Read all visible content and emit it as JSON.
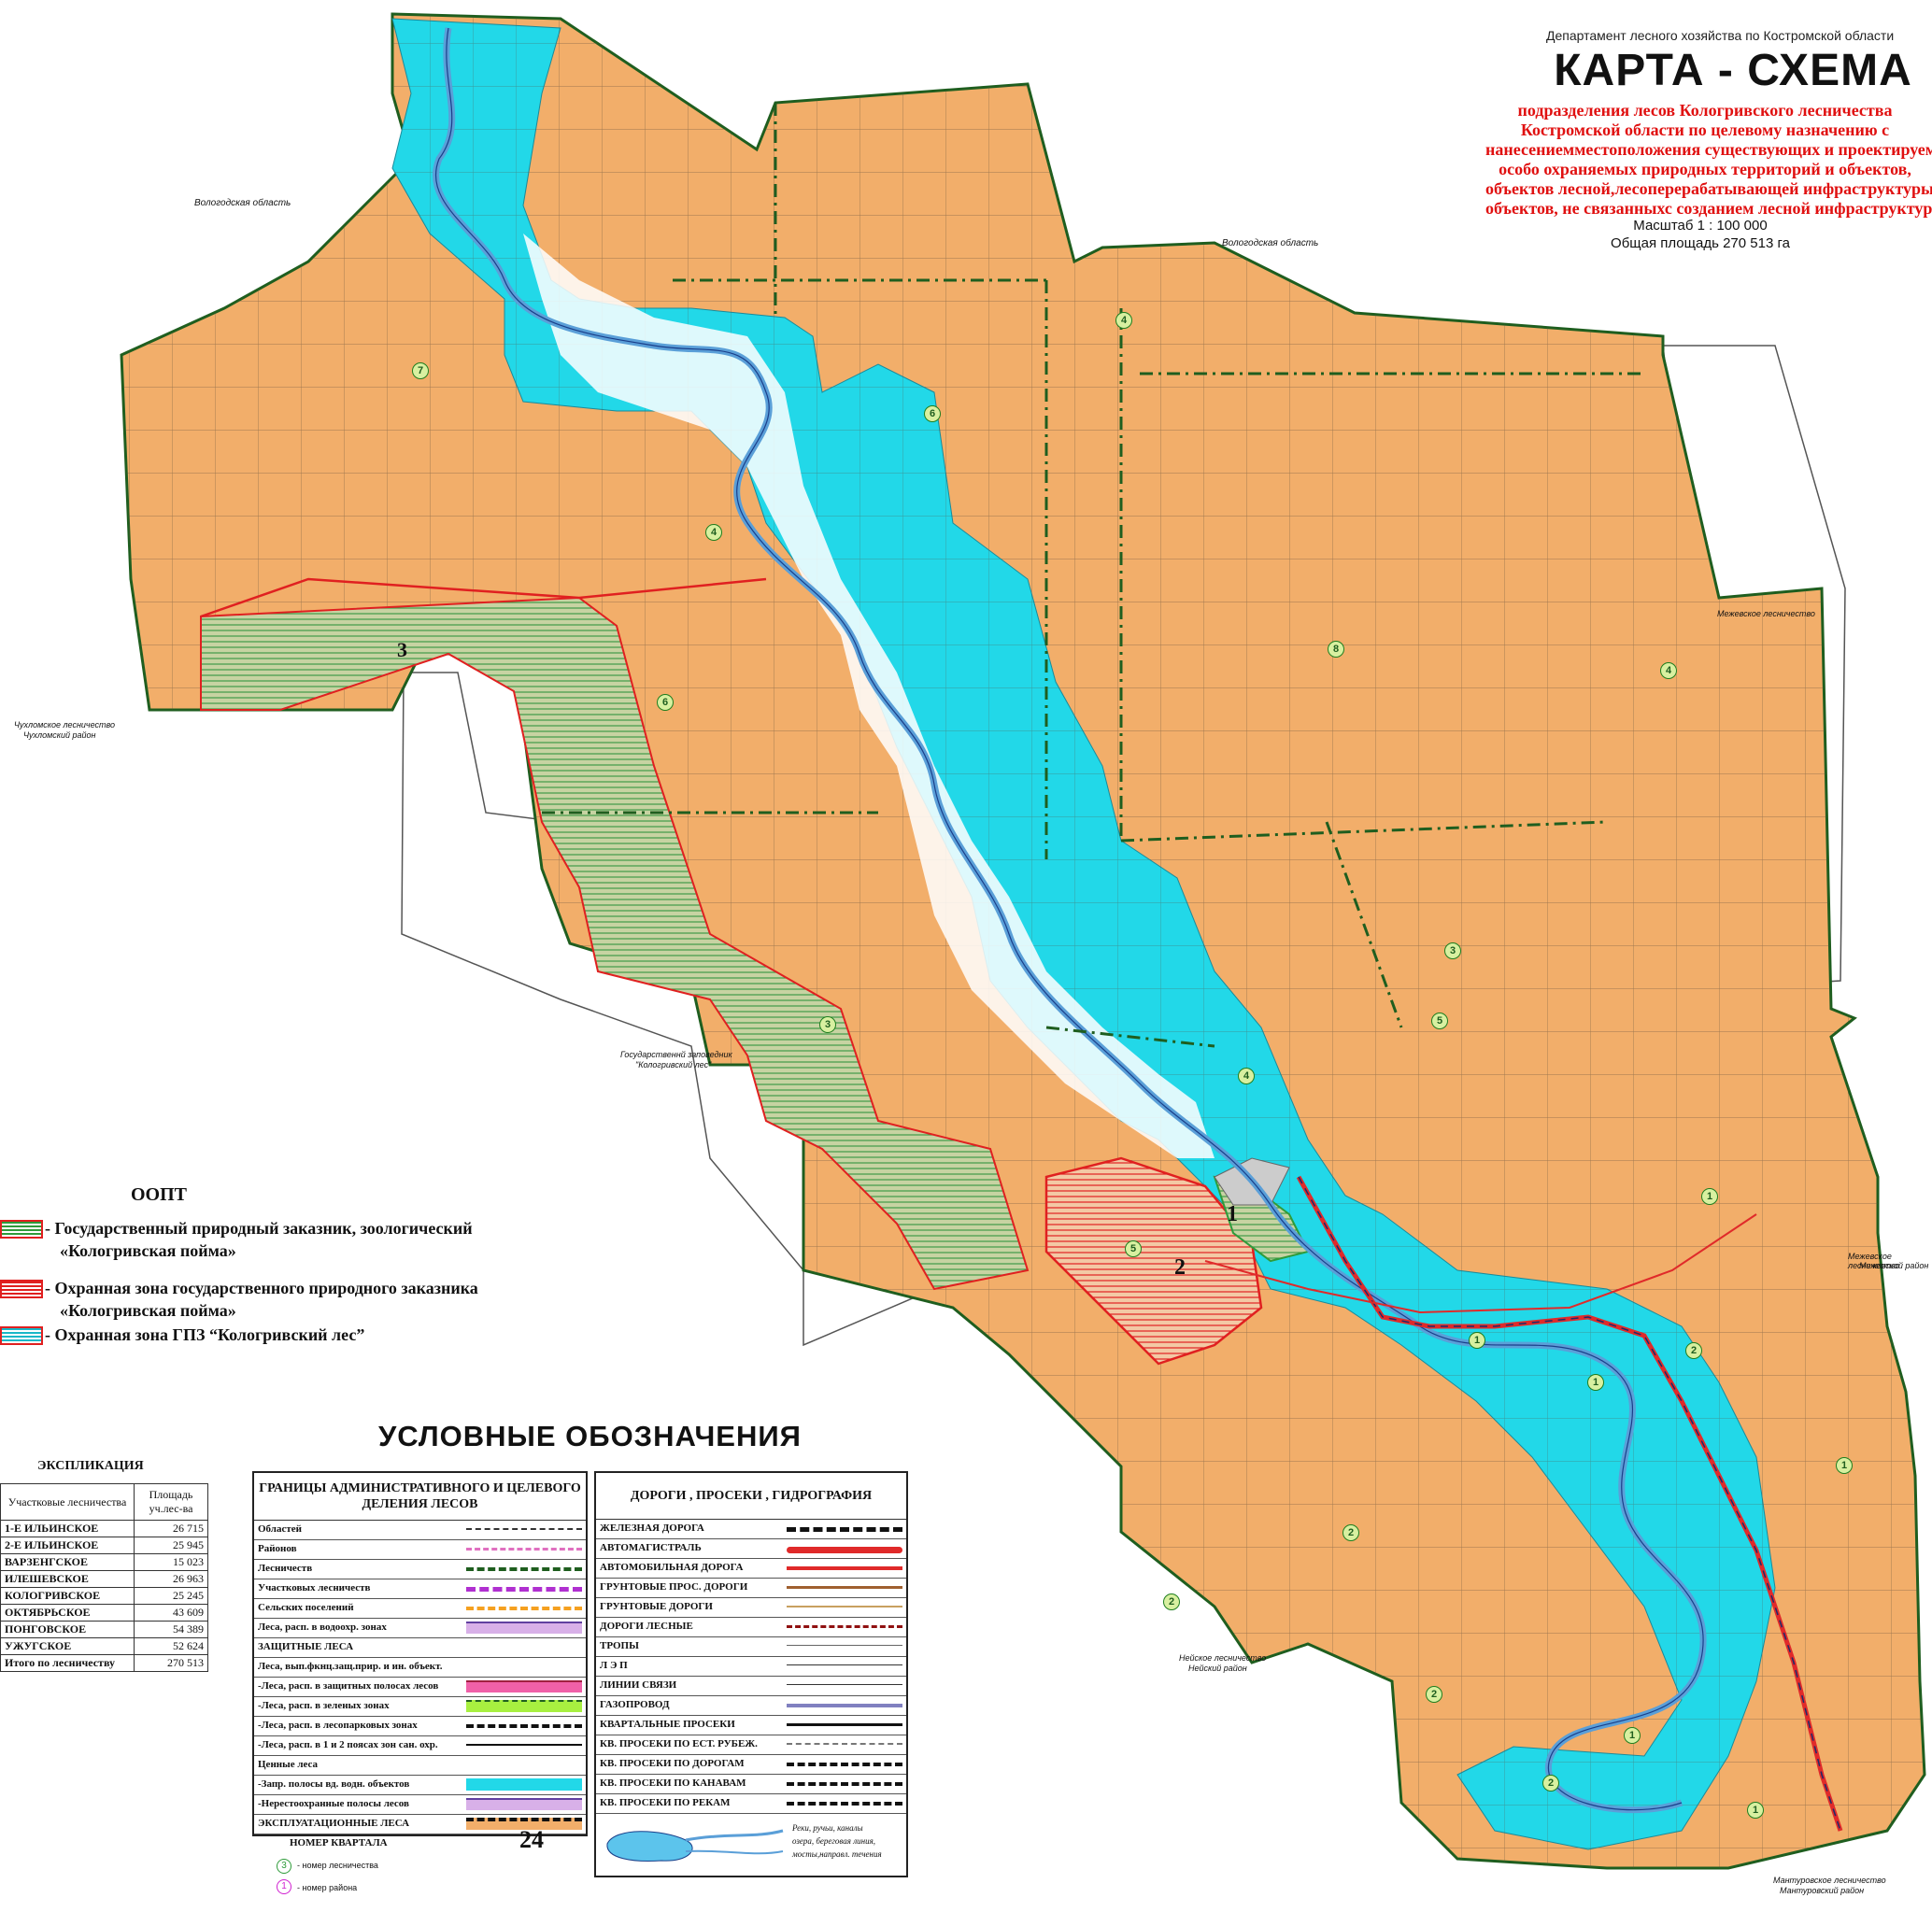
{
  "header": {
    "department": "Департамент лесного хозяйства по Костромской области",
    "title": "КАРТА - СХЕМА",
    "subtitle_lines": [
      "подразделения лесов Кологривского лесничества",
      "Костромской области по целевому назначению с",
      "нанесениемместоположения существующих и проектируем",
      "особо охраняемых природных территорий и объектов,",
      "объектов лесной,лесоперерабатывающей инфраструктуры",
      "объектов, не связанныхс созданием лесной инфраструктур"
    ],
    "scale": "Масштаб 1 : 100 000",
    "total_area": "Общая площадь 270 513 га"
  },
  "map_labels": {
    "vologda_1": "Вологодская область",
    "vologda_2": "Вологодская область",
    "chukhloma_1": "Чухломское лесничество",
    "chukhloma_2": "Чухломский район",
    "reserve_1": "Государственнй заповедник",
    "reserve_2": "\"Кологривский лес\"",
    "mezha_1": "Межевское лесничество",
    "mezha_2": "Межевское лесничество",
    "mezha_3": "Межевской район",
    "neya_1": "Нейское лесничество",
    "neya_2": "Нейский район",
    "manturovo_1": "Мантуровское лесничество",
    "manturovo_2": "Мантуровский район",
    "zone_1": "1",
    "zone_2": "2",
    "zone_3": "3"
  },
  "forestry_markers": [
    {
      "label": "7"
    },
    {
      "label": "6"
    },
    {
      "label": "4"
    },
    {
      "label": "4"
    },
    {
      "label": "6"
    },
    {
      "label": "8"
    },
    {
      "label": "4"
    },
    {
      "label": "3"
    },
    {
      "label": "3"
    },
    {
      "label": "5"
    },
    {
      "label": "4"
    },
    {
      "label": "5"
    },
    {
      "label": "1"
    },
    {
      "label": "1"
    },
    {
      "label": "2"
    },
    {
      "label": "1"
    },
    {
      "label": "2"
    },
    {
      "label": "1"
    },
    {
      "label": "2"
    },
    {
      "label": "2"
    },
    {
      "label": "1"
    },
    {
      "label": "1"
    },
    {
      "label": "2"
    }
  ],
  "oopt": {
    "title": "ООПТ",
    "items": [
      {
        "text1": "- Государственный природный заказник, зоологический",
        "text2": "«Кологривская пойма»",
        "color": "#2e9b3a"
      },
      {
        "text1": "- Охранная зона государственного природного заказника",
        "text2": "«Кологривская пойма»",
        "color": "#e02020"
      },
      {
        "text1": "-  Охранная зона ГПЗ “Кологривский лес”",
        "text2": "",
        "color": "#18b8c8"
      }
    ]
  },
  "legend_title": "УСЛОВНЫЕ   ОБОЗНАЧЕНИЯ",
  "explication": {
    "title": "ЭКСПЛИКАЦИЯ",
    "col_name": "Участковые лесничества",
    "col_area": "Площадь уч.лес-ва",
    "rows": [
      {
        "name": "1-Е ИЛЬИНСКОЕ",
        "area": "26 715"
      },
      {
        "name": "2-Е ИЛЬИНСКОЕ",
        "area": "25 945"
      },
      {
        "name": "ВАРЗЕНГСКОЕ",
        "area": "15 023"
      },
      {
        "name": "ИЛЕШЕВСКОЕ",
        "area": "26 963"
      },
      {
        "name": "КОЛОГРИВСКОЕ",
        "area": "25 245"
      },
      {
        "name": "ОКТЯБРЬСКОЕ",
        "area": "43 609"
      },
      {
        "name": "ПОНГОВСКОЕ",
        "area": "54 389"
      },
      {
        "name": "УЖУГСКОЕ",
        "area": "52 624"
      },
      {
        "name": "Итого по лесничеству",
        "area": "270 513"
      }
    ]
  },
  "legend_boundaries": {
    "head": "ГРАНИЦЫ АДМИНИСТРАТИВНОГО И ЦЕЛЕВОГО ДЕЛЕНИЯ ЛЕСОВ",
    "rows": [
      {
        "label": "Областей",
        "sample": "dashdot"
      },
      {
        "label": "Районов",
        "sample": "pink"
      },
      {
        "label": "Лесничеств",
        "sample": "green-dash"
      },
      {
        "label": "Участковых лесничеств",
        "sample": "purple"
      },
      {
        "label": "Сельских поселений",
        "sample": "orange"
      },
      {
        "label": "Леса, расп. в водоохр. зонах",
        "sample": "lilac"
      },
      {
        "label": "ЗАЩИТНЫЕ ЛЕСА",
        "sample": "none"
      },
      {
        "label": "Леса, вып.фкнц.защ.прир. и ин. объект.",
        "sample": "none"
      },
      {
        "label": "-Леса, расп. в защитных полосах лесов",
        "sample": "pinkfill"
      },
      {
        "label": "-Леса, расп. в зеленых зонах",
        "sample": "lime"
      },
      {
        "label": "-Леса, расп. в лесопарковых зонах",
        "sample": "blackdash"
      },
      {
        "label": "-Леса, расп. в 1 и 2 поясах зон сан. охр.",
        "sample": "ticks"
      },
      {
        "label": "Ценные леса",
        "sample": "none"
      },
      {
        "label": "-Запр. полосы вд. водн. объектов",
        "sample": "cyan"
      },
      {
        "label": "-Нерестоохранные полосы лесов",
        "sample": "lilacticks"
      },
      {
        "label": "ЭКСПЛУАТАЦИОННЫЕ ЛЕСА",
        "sample": "orangefill"
      }
    ]
  },
  "legend_roads": {
    "head": "ДОРОГИ , ПРОСЕКИ , ГИДРОГРАФИЯ",
    "rows": [
      {
        "label": "ЖЕЛЕЗНАЯ ДОРОГА",
        "sample": "rail"
      },
      {
        "label": "АВТОМАГИСТРАЛЬ",
        "sample": "red-thick"
      },
      {
        "label": "АВТОМОБИЛЬНАЯ ДОРОГА",
        "sample": "red"
      },
      {
        "label": "ГРУНТОВЫЕ ПРОС. ДОРОГИ",
        "sample": "brown"
      },
      {
        "label": "ГРУНТОВЫЕ ДОРОГИ",
        "sample": "tan"
      },
      {
        "label": "ДОРОГИ ЛЕСНЫЕ",
        "sample": "darkred-dash"
      },
      {
        "label": "ТРОПЫ",
        "sample": "thin"
      },
      {
        "label": "Л Э П",
        "sample": "lep"
      },
      {
        "label": "ЛИНИИ  СВЯЗИ",
        "sample": "link"
      },
      {
        "label": "ГАЗОПРОВОД",
        "sample": "gas"
      },
      {
        "label": "КВАРТАЛЬНЫЕ  ПРОСЕКИ",
        "sample": "black"
      },
      {
        "label": "КВ. ПРОСЕКИ  ПО  ЕСТ. РУБЕЖ.",
        "sample": "graydash"
      },
      {
        "label": "КВ. ПРОСЕКИ  ПО ДОРОГАМ",
        "sample": "blackdash2"
      },
      {
        "label": "КВ.  ПРОСЕКИ   ПО   КАНАВАМ",
        "sample": "blackdash3"
      },
      {
        "label": "КВ.  ПРОСЕКИ   ПО   РЕКАМ",
        "sample": "blackdash4"
      }
    ],
    "hydro_text_1": "Реки, ручьи, каналы",
    "hydro_text_2": "озера, береговая линия,",
    "hydro_text_3": "мосты,направл. течения"
  },
  "bottom": {
    "kvartal_label": "НОМЕР   КВАРТАЛА",
    "kvartal_number": "24",
    "forestry_no_label": "- номер лесничества",
    "forestry_no_symbol": "3",
    "district_no_label": "- номер района",
    "district_no_symbol": "1"
  },
  "colors": {
    "orange": "#f2ae6a",
    "cyan": "#22d8e8",
    "green_zone": "#b6c994",
    "river": "#5a9fd8",
    "boundary_green": "#1f5e1f",
    "red": "#e02a2a"
  }
}
